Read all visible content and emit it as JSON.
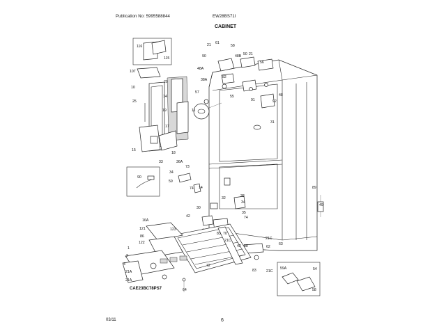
{
  "header": {
    "publication": "Publication No: 5995588844",
    "model": "EW28BS71I",
    "section": "CABINET"
  },
  "diagram_code": "CAE23BC78PS7",
  "footer": {
    "date": "03/11",
    "page": "6"
  },
  "callouts": {
    "c116": "116",
    "c115": "115",
    "c107": "107",
    "c10": "10",
    "c20": "20",
    "c25": "25",
    "c14": "14",
    "c19": "19",
    "c17": "17",
    "c15": "15",
    "c18": "18",
    "c11": "11",
    "c21a": "21",
    "c61": "61",
    "c58": "58",
    "c48b": "48B",
    "c50": "50",
    "c21b": "21",
    "c90": "90",
    "c48a": "48A",
    "c82": "82",
    "c38a": "38A",
    "c56": "56",
    "c57": "57",
    "c55": "55",
    "c91": "91",
    "c48": "48",
    "c92": "92",
    "c31": "31",
    "c33": "33",
    "c36a": "36A",
    "c73": "73",
    "c34a": "34",
    "c59": "59",
    "c74a": "74",
    "c14b": "14",
    "c90b": "90",
    "c89": "89",
    "c49": "49",
    "c32": "32",
    "c42": "42",
    "c38": "38",
    "c30": "30",
    "c34b": "34",
    "c35": "35",
    "c74b": "74",
    "c16a": "16A",
    "c121": "121",
    "c86": "86",
    "c122": "122",
    "c123": "123",
    "c70": "70",
    "c83": "83",
    "c21c": "21C",
    "c42b": "42",
    "c38b": "38",
    "c21c2": "21C",
    "c62": "62",
    "c72": "72",
    "c1": "1",
    "c2": "2",
    "c4": "4",
    "c21a2": "21A",
    "c21a3": "21A",
    "c64": "64",
    "c83b": "83",
    "c21c3": "21C",
    "c59a": "59A",
    "c54": "54",
    "c58b": "58",
    "c63": "63"
  }
}
